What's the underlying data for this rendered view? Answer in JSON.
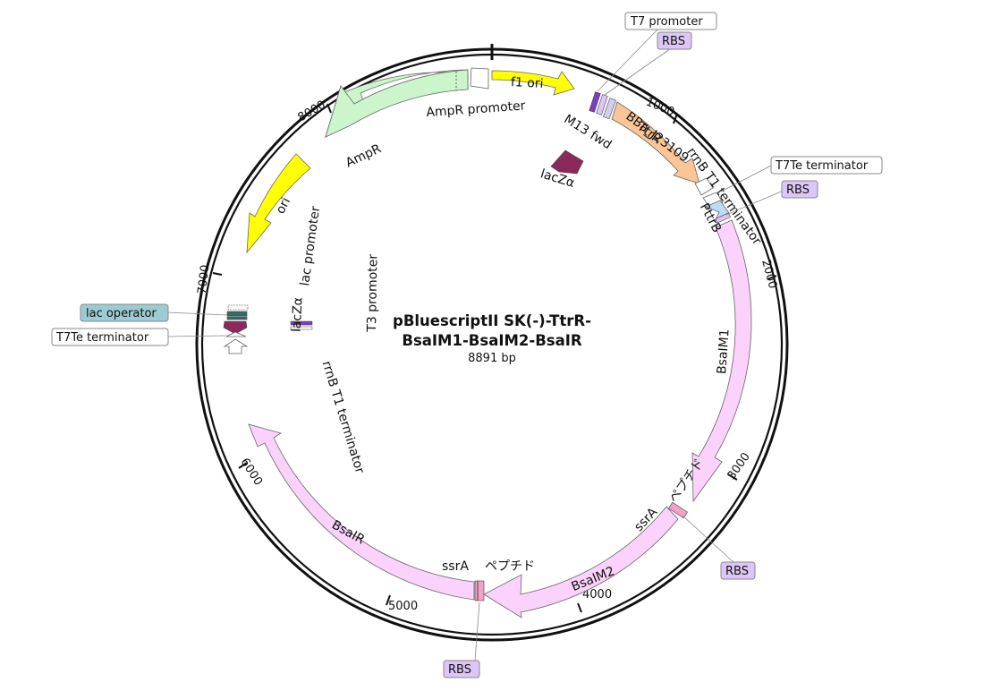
{
  "plasmid": {
    "name_line1": "pBluescriptII SK(-)-TtrR-",
    "name_line2": "BsaIM1-BsaIM2-BsaIR",
    "length": "8891 bp"
  },
  "ticks": [
    "1000",
    "2000",
    "3000",
    "4000",
    "5000",
    "6000",
    "7000",
    "8000"
  ],
  "features": {
    "f1_ori": "f1 ori",
    "ampr_promoter": "AmpR promoter",
    "ampr": "AmpR",
    "ori": "ori",
    "ttrr": "TtrR",
    "bba": "BBa_J23109",
    "m13": "M13 fwd",
    "lacz_top": "lacZα",
    "rrnb_top": "rrnB T1 terminator",
    "pttrb": "PttrB",
    "bsaim1": "BsaIM1",
    "pep_right": "ペプチド",
    "ssra_right": "ssrA",
    "bsaim2": "BsaIM2",
    "pep_bottom": "ペプチド",
    "ssra_bottom": "ssrA",
    "bsair": "BsaIR",
    "lac_promoter": "lac promoter",
    "lacz_left": "lacZα",
    "rrnb_left": "rrnB T1 terminator",
    "t3_promoter": "T3 promoter"
  },
  "callouts": {
    "t7_promoter": "T7 promoter",
    "rbs_top": "RBS",
    "t7te_right": "T7Te terminator",
    "rbs_right": "RBS",
    "lac_operator": "lac operator",
    "t7te_left": "T7Te terminator",
    "rbs_mid": "RBS",
    "rbs_bottom": "RBS"
  },
  "colors": {
    "f1_ori": "#ffff00",
    "ampr": "#ccf5cc",
    "ori": "#ffff00",
    "ttrr": "#fbc595",
    "bsa": "#fbd2fb",
    "lacz": "#8b2a5a",
    "rbs": "#dcc6f7",
    "lac_operator": "#9ccbd4",
    "promoter": "#ffffff",
    "pttrb": "#bcdcf6"
  }
}
